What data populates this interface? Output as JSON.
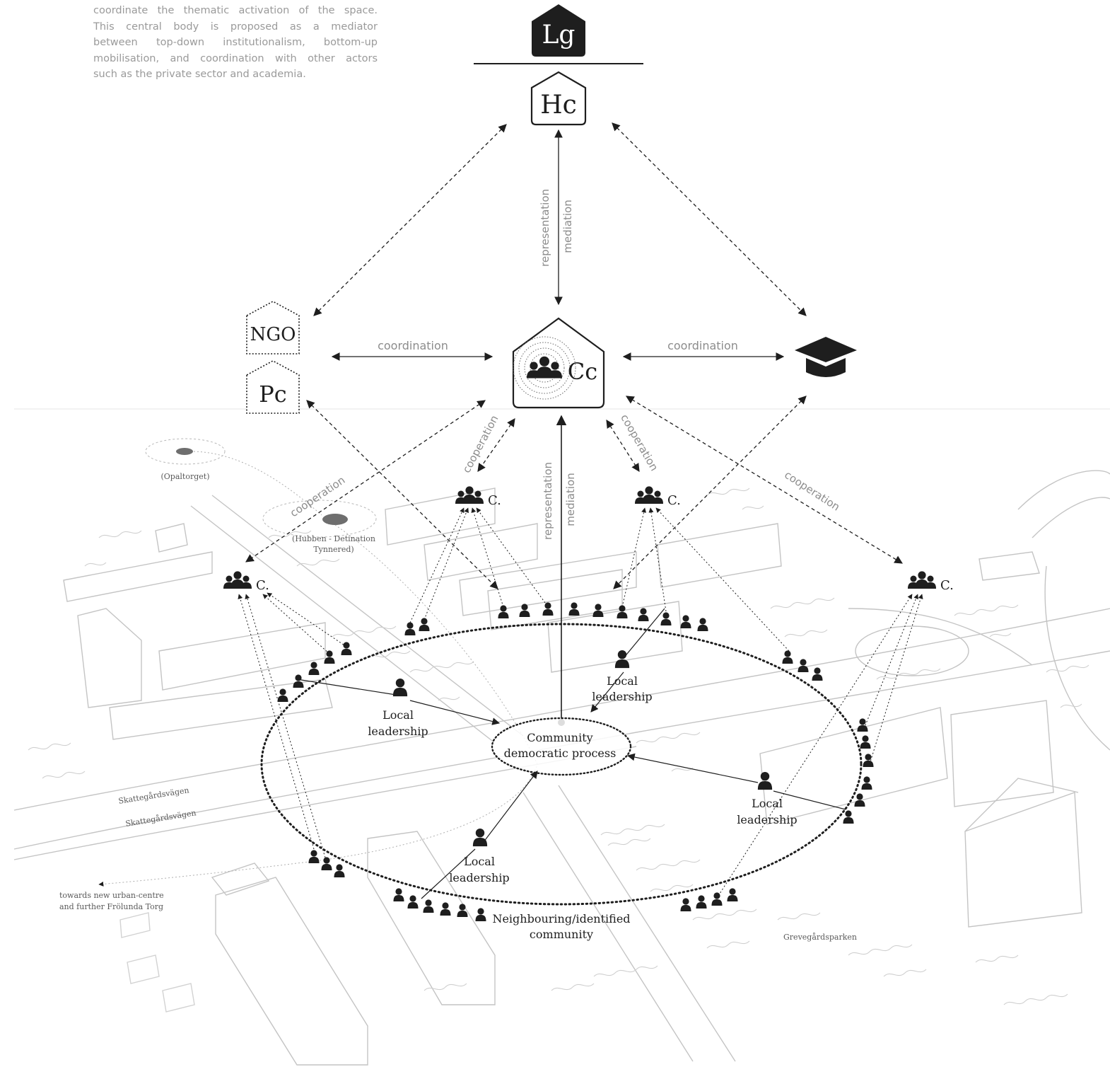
{
  "intro_text": {
    "lines": [
      "coordinate the thematic activation of the space.",
      "This central body is proposed as a mediator",
      "between top-down institutionalism, bottom-up",
      "mobilisation, and coordination with other actors",
      "such as the private sector and academia."
    ]
  },
  "nodes": {
    "local_government": "Lg",
    "higher_council": "Hc",
    "ngo": "NGO",
    "private_company": "Pc",
    "community_council": "Cc",
    "academia_icon": "graduation-cap-icon",
    "community_marker": "C."
  },
  "relations": {
    "representation": "representation",
    "mediation": "mediation",
    "coordination_left": "coordination",
    "coordination_right": "coordination",
    "cooperation": "cooperation"
  },
  "map_labels": {
    "opaltorget": "(Opaltorget)",
    "hubben_1": "(Hubben - Detination",
    "hubben_2": "Tynnered)",
    "road_1": "Skattegårdsvägen",
    "road_2": "Skattegårdsvägen",
    "towards_1": "towards new urban-centre",
    "towards_2": "and further Frölunda Torg",
    "park": "Grevegårdsparken"
  },
  "community": {
    "center_line1": "Community",
    "center_line2": "democratic process",
    "leadership_line1": "Local",
    "leadership_line2": "leadership",
    "neighbour_line1": "Neighbouring/identified",
    "neighbour_line2": "community"
  },
  "colors": {
    "ink": "#1e1e1e",
    "grey_text": "#8c8c8c",
    "sketch": "#c4c4c4"
  }
}
